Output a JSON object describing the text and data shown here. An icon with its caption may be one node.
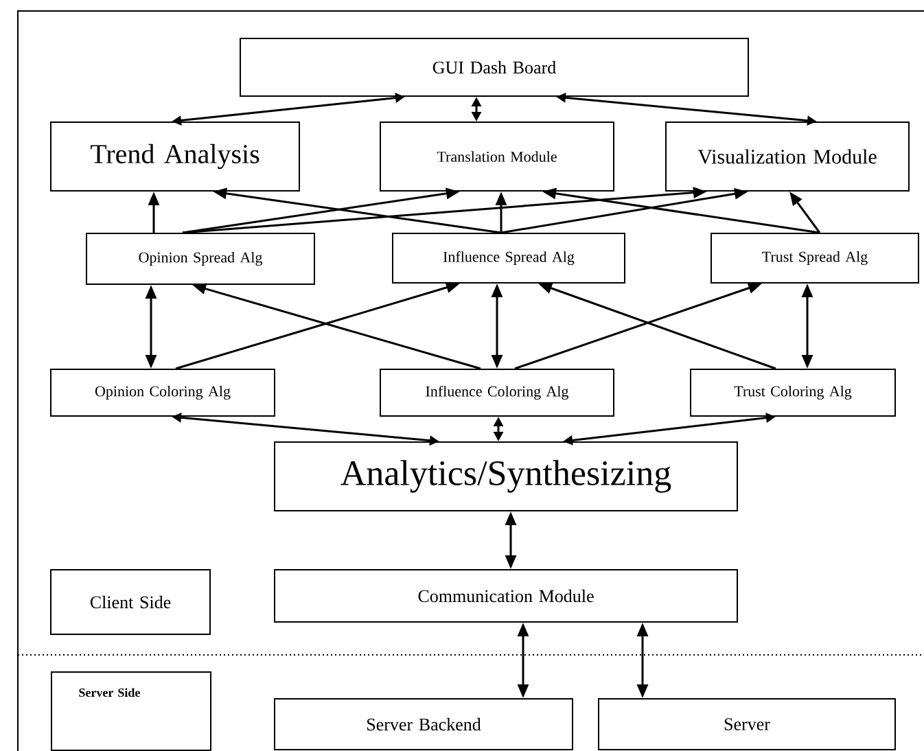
{
  "diagram": {
    "nodes": [
      {
        "text": [
          "GUI Dash Board"
        ]
      },
      {
        "text": [
          "Trend Analysis"
        ]
      },
      {
        "text": [
          "Translation Module"
        ]
      },
      {
        "text": [
          "Visualization Module"
        ]
      },
      {
        "text": [
          "Opinion Spread Alg"
        ]
      },
      {
        "text": [
          "Influence Spread Alg"
        ]
      },
      {
        "text": [
          "Trust Spread Alg"
        ]
      },
      {
        "text": [
          "Opinion Coloring Alg"
        ]
      },
      {
        "text": [
          "Influence Coloring Alg"
        ]
      },
      {
        "text": [
          "Trust Coloring Alg"
        ]
      },
      {
        "text": [
          "Analytics/Synthesizing"
        ]
      },
      {
        "text": [
          "Client Side"
        ]
      },
      {
        "text": [
          "Communication Module"
        ]
      },
      {
        "text": [
          "Server Side"
        ]
      },
      {
        "text": [
          "Server Backend"
        ]
      },
      {
        "text": [
          "Server"
        ]
      }
    ],
    "edges": [
      {
        "from": 0,
        "to": 1,
        "arrow": "both"
      },
      {
        "from": 0,
        "to": 2,
        "arrow": "both"
      },
      {
        "from": 0,
        "to": 3,
        "arrow": "both"
      },
      {
        "from": 4,
        "to": 1,
        "arrow": "to"
      },
      {
        "from": 4,
        "to": 2,
        "arrow": "to"
      },
      {
        "from": 4,
        "to": 3,
        "arrow": "to"
      },
      {
        "from": 5,
        "to": 1,
        "arrow": "to"
      },
      {
        "from": 5,
        "to": 2,
        "arrow": "to"
      },
      {
        "from": 5,
        "to": 3,
        "arrow": "to"
      },
      {
        "from": 6,
        "to": 2,
        "arrow": "to"
      },
      {
        "from": 6,
        "to": 3,
        "arrow": "to"
      },
      {
        "from": 7,
        "to": 4,
        "arrow": "both"
      },
      {
        "from": 7,
        "to": 5,
        "arrow": "to"
      },
      {
        "from": 8,
        "to": 4,
        "arrow": "to"
      },
      {
        "from": 8,
        "to": 5,
        "arrow": "both"
      },
      {
        "from": 8,
        "to": 6,
        "arrow": "to"
      },
      {
        "from": 9,
        "to": 5,
        "arrow": "to"
      },
      {
        "from": 9,
        "to": 6,
        "arrow": "both"
      },
      {
        "from": 10,
        "to": 7,
        "arrow": "both"
      },
      {
        "from": 10,
        "to": 8,
        "arrow": "both"
      },
      {
        "from": 10,
        "to": 9,
        "arrow": "both"
      },
      {
        "from": 10,
        "to": 12,
        "arrow": "both"
      },
      {
        "from": 12,
        "to": 14,
        "arrow": "both"
      },
      {
        "from": 12,
        "to": 15,
        "arrow": "both"
      }
    ]
  }
}
